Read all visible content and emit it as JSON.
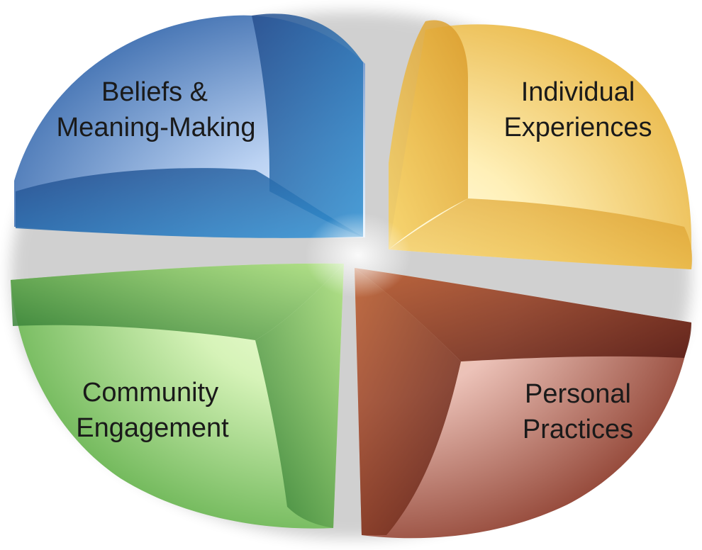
{
  "diagram": {
    "quadrants": [
      {
        "id": "beliefs",
        "lines": [
          "Beliefs &",
          "Meaning-Making"
        ],
        "base_color": "#3f6fb0",
        "light_color": "#bcd3f3",
        "dark_color": "#284f8e"
      },
      {
        "id": "individual",
        "lines": [
          "Individual",
          "Experiences"
        ],
        "base_color": "#eab94a",
        "light_color": "#fff0b8",
        "dark_color": "#d99a2a"
      },
      {
        "id": "community",
        "lines": [
          "Community",
          "Engagement"
        ],
        "base_color": "#5fae4a",
        "light_color": "#d6f3b8",
        "dark_color": "#2f7a33"
      },
      {
        "id": "personal",
        "lines": [
          "Personal",
          "Practices"
        ],
        "base_color": "#8a3a2a",
        "light_color": "#ecc2b8",
        "dark_color": "#5a1f18"
      }
    ]
  }
}
